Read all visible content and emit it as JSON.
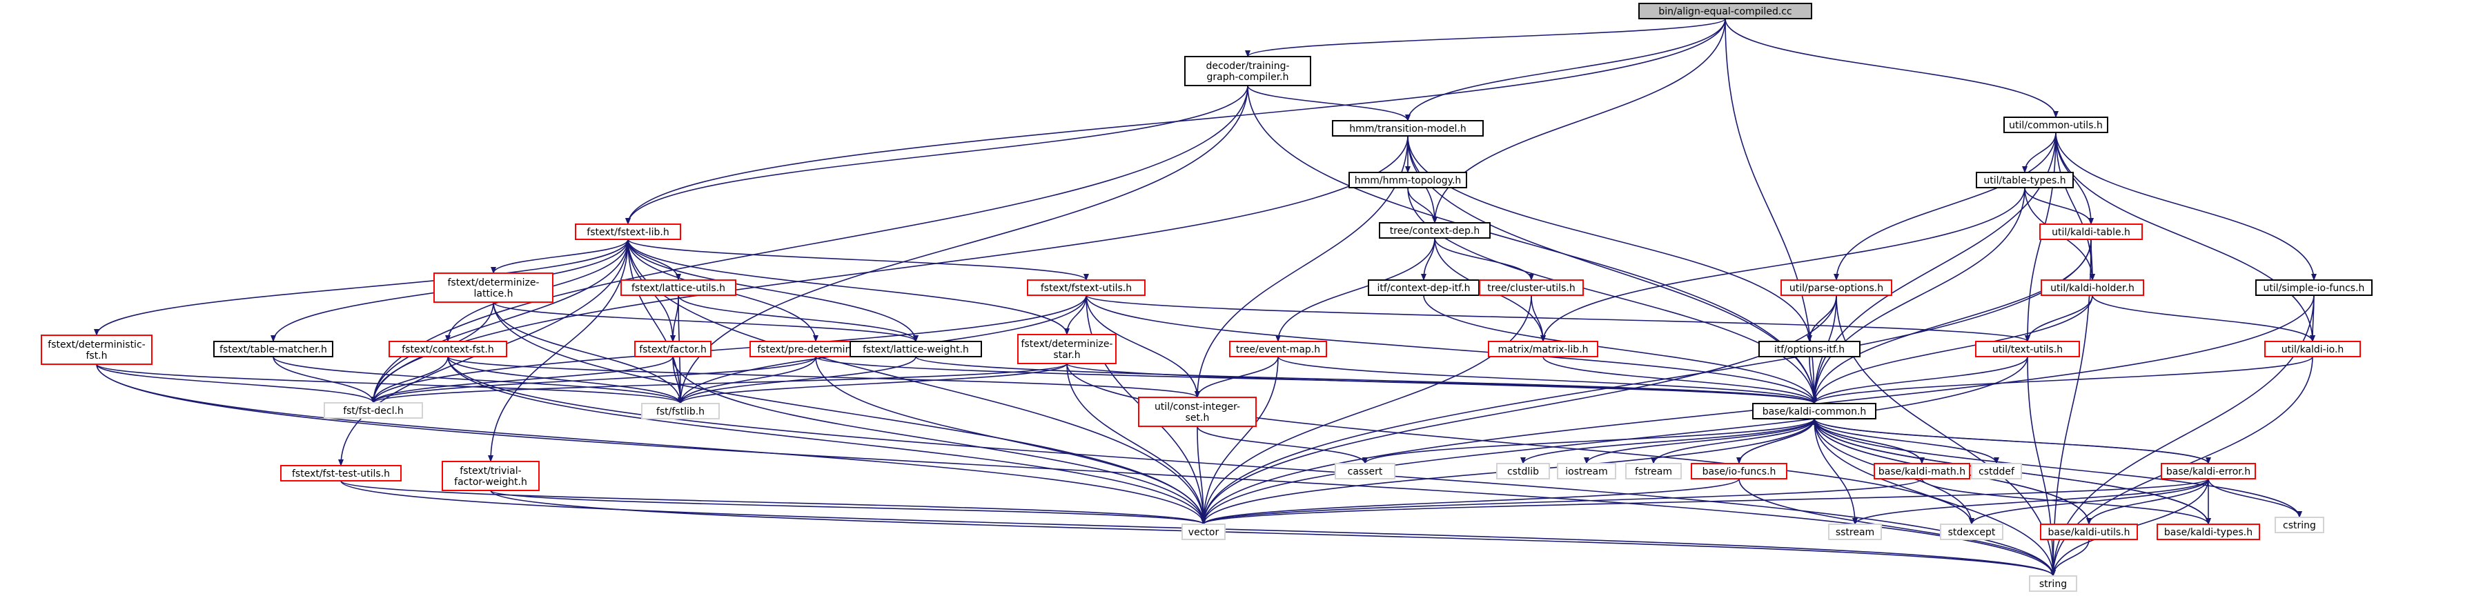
{
  "colors": {
    "edge": "#191970",
    "root_fill": "#bfbfbf",
    "root_border": "#000000",
    "doc_border": "#000000",
    "undoc_border": "#ff0000",
    "system_border": "#d3d3d3",
    "text": "#000000"
  },
  "nodes": [
    {
      "id": "n0",
      "label": "bin/align-equal-compiled.cc",
      "style": "root"
    },
    {
      "id": "n1",
      "label": "decoder/training-graph-compiler.h",
      "style": "doc"
    },
    {
      "id": "n2",
      "label": "hmm/transition-model.h",
      "style": "doc"
    },
    {
      "id": "n3",
      "label": "util/common-utils.h",
      "style": "doc"
    },
    {
      "id": "n4",
      "label": "hmm/hmm-topology.h",
      "style": "doc"
    },
    {
      "id": "n5",
      "label": "fstext/fstext-lib.h",
      "style": "undoc"
    },
    {
      "id": "n6",
      "label": "util/table-types.h",
      "style": "doc"
    },
    {
      "id": "n7",
      "label": "tree/context-dep.h",
      "style": "doc"
    },
    {
      "id": "n8",
      "label": "util/kaldi-table.h",
      "style": "undoc"
    },
    {
      "id": "n9",
      "label": "fstext/determinize-lattice.h",
      "style": "undoc"
    },
    {
      "id": "n10",
      "label": "fstext/lattice-utils.h",
      "style": "undoc"
    },
    {
      "id": "n11",
      "label": "fstext/fstext-utils.h",
      "style": "undoc"
    },
    {
      "id": "n12",
      "label": "itf/context-dep-itf.h",
      "style": "doc"
    },
    {
      "id": "n13",
      "label": "tree/cluster-utils.h",
      "style": "undoc"
    },
    {
      "id": "n14",
      "label": "util/parse-options.h",
      "style": "undoc"
    },
    {
      "id": "n15",
      "label": "util/kaldi-holder.h",
      "style": "undoc"
    },
    {
      "id": "n16",
      "label": "util/simple-io-funcs.h",
      "style": "doc"
    },
    {
      "id": "n17",
      "label": "fstext/deterministic-fst.h",
      "style": "undoc"
    },
    {
      "id": "n18",
      "label": "fstext/table-matcher.h",
      "style": "doc"
    },
    {
      "id": "n19",
      "label": "fstext/context-fst.h",
      "style": "undoc"
    },
    {
      "id": "n20",
      "label": "fstext/factor.h",
      "style": "undoc"
    },
    {
      "id": "n21",
      "label": "fstext/pre-determinize.h",
      "style": "undoc"
    },
    {
      "id": "n22",
      "label": "fstext/lattice-weight.h",
      "style": "doc"
    },
    {
      "id": "n23",
      "label": "fstext/determinize-star.h",
      "style": "undoc"
    },
    {
      "id": "n24",
      "label": "tree/event-map.h",
      "style": "undoc"
    },
    {
      "id": "n25",
      "label": "matrix/matrix-lib.h",
      "style": "undoc"
    },
    {
      "id": "n26",
      "label": "itf/options-itf.h",
      "style": "doc"
    },
    {
      "id": "n27",
      "label": "util/text-utils.h",
      "style": "undoc"
    },
    {
      "id": "n28",
      "label": "util/kaldi-io.h",
      "style": "undoc"
    },
    {
      "id": "n29",
      "label": "fst/fst-decl.h",
      "style": "system"
    },
    {
      "id": "n30",
      "label": "fst/fstlib.h",
      "style": "system"
    },
    {
      "id": "n31",
      "label": "util/const-integer-set.h",
      "style": "undoc"
    },
    {
      "id": "n32",
      "label": "base/kaldi-common.h",
      "style": "doc"
    },
    {
      "id": "n33",
      "label": "fstext/fst-test-utils.h",
      "style": "undoc"
    },
    {
      "id": "n34",
      "label": "fstext/trivial-factor-weight.h",
      "style": "undoc"
    },
    {
      "id": "n35",
      "label": "cassert",
      "style": "system"
    },
    {
      "id": "n36",
      "label": "cstdlib",
      "style": "system"
    },
    {
      "id": "n37",
      "label": "iostream",
      "style": "system"
    },
    {
      "id": "n38",
      "label": "fstream",
      "style": "system"
    },
    {
      "id": "n39",
      "label": "base/io-funcs.h",
      "style": "undoc"
    },
    {
      "id": "n40",
      "label": "base/kaldi-math.h",
      "style": "undoc"
    },
    {
      "id": "n41",
      "label": "cstddef",
      "style": "system"
    },
    {
      "id": "n42",
      "label": "base/kaldi-error.h",
      "style": "undoc"
    },
    {
      "id": "n43",
      "label": "cstring",
      "style": "system"
    },
    {
      "id": "n44",
      "label": "vector",
      "style": "system"
    },
    {
      "id": "n45",
      "label": "sstream",
      "style": "system"
    },
    {
      "id": "n46",
      "label": "stdexcept",
      "style": "system"
    },
    {
      "id": "n47",
      "label": "base/kaldi-utils.h",
      "style": "undoc"
    },
    {
      "id": "n48",
      "label": "base/kaldi-types.h",
      "style": "undoc"
    },
    {
      "id": "n49",
      "label": "string",
      "style": "system"
    }
  ]
}
